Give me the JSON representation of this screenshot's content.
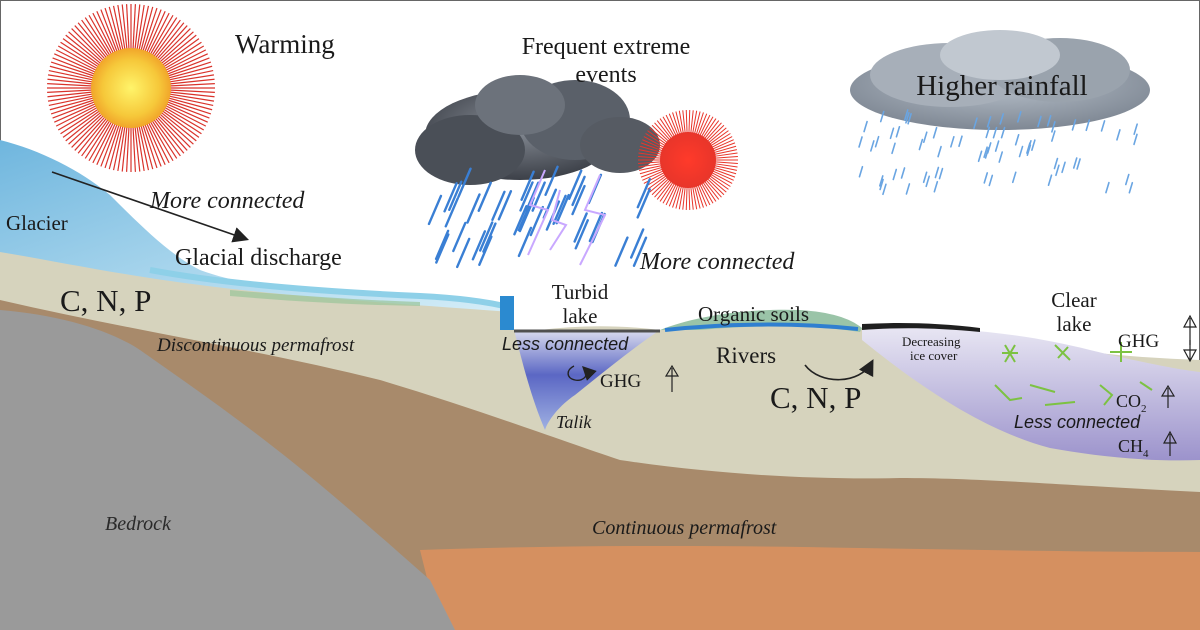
{
  "climate": {
    "warming": "Warming",
    "extreme_events_line1": "Frequent extreme",
    "extreme_events_line2": "events",
    "higher_rainfall": "Higher rainfall"
  },
  "landscape": {
    "glacier": "Glacier",
    "more_connected_upper": "More connected",
    "glacial_discharge": "Glacial discharge",
    "more_connected_lower": "More connected",
    "cnp_left": "C, N, P",
    "discontinuous_permafrost": "Discontinuous permafrost",
    "turbid_lake_line1": "Turbid",
    "turbid_lake_line2": "lake",
    "less_connected_turbid": "Less connected",
    "ghg_turbid": "GHG",
    "talik": "Talik",
    "organic_soils": "Organic soils",
    "rivers": "Rivers",
    "cnp_right": "C, N, P",
    "clear_lake_line1": "Clear",
    "clear_lake_line2": "lake",
    "decreasing_ice_line1": "Decreasing",
    "decreasing_ice_line2": "ice cover",
    "ghg_clear": "GHG",
    "co2_main": "CO",
    "co2_sub": "2",
    "less_connected_clear": "Less connected",
    "ch4_main": "CH",
    "ch4_sub": "4",
    "bedrock": "Bedrock",
    "continuous_permafrost": "Continuous permafrost"
  },
  "colors": {
    "sky": "#ffffff",
    "upper_soil": "#d6d3bd",
    "continuous_permafrost": "#a88a6b",
    "deep_layer": "#d59060",
    "bedrock": "#9a9a9a",
    "glacier": "#8fc9e4",
    "turbid_water": "#6e7fc9",
    "clear_water": "#b8b2da",
    "river": "#3d8fd0",
    "sun": "#f4c542",
    "sun_rays": "#d9332b",
    "storm_sun": "#e8352a",
    "rain": "#3a7fd4",
    "algae": "#7cc242"
  }
}
